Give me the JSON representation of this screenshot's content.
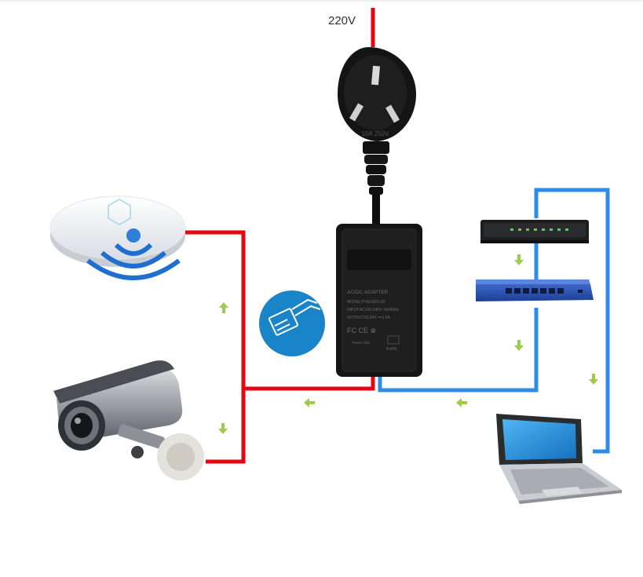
{
  "diagram": {
    "supply_voltage_label": "220V"
  },
  "adapter": {
    "title": "AC/DC ADAPTER",
    "model": "MODEL:POE1603-24",
    "input": "INPUT:AC100-240V~50/60Hz",
    "output": "OUTPUT:DC24V ==1.5A",
    "cert_marks": "FC  CE  ⊕",
    "power_led": "Power LED",
    "rohs": "RoHS"
  },
  "plug": {
    "rating": "10A 250V"
  },
  "colors": {
    "power_line": "#e30613",
    "data_line": "#2f8bea",
    "flow_arrow": "#9ccc4a"
  }
}
